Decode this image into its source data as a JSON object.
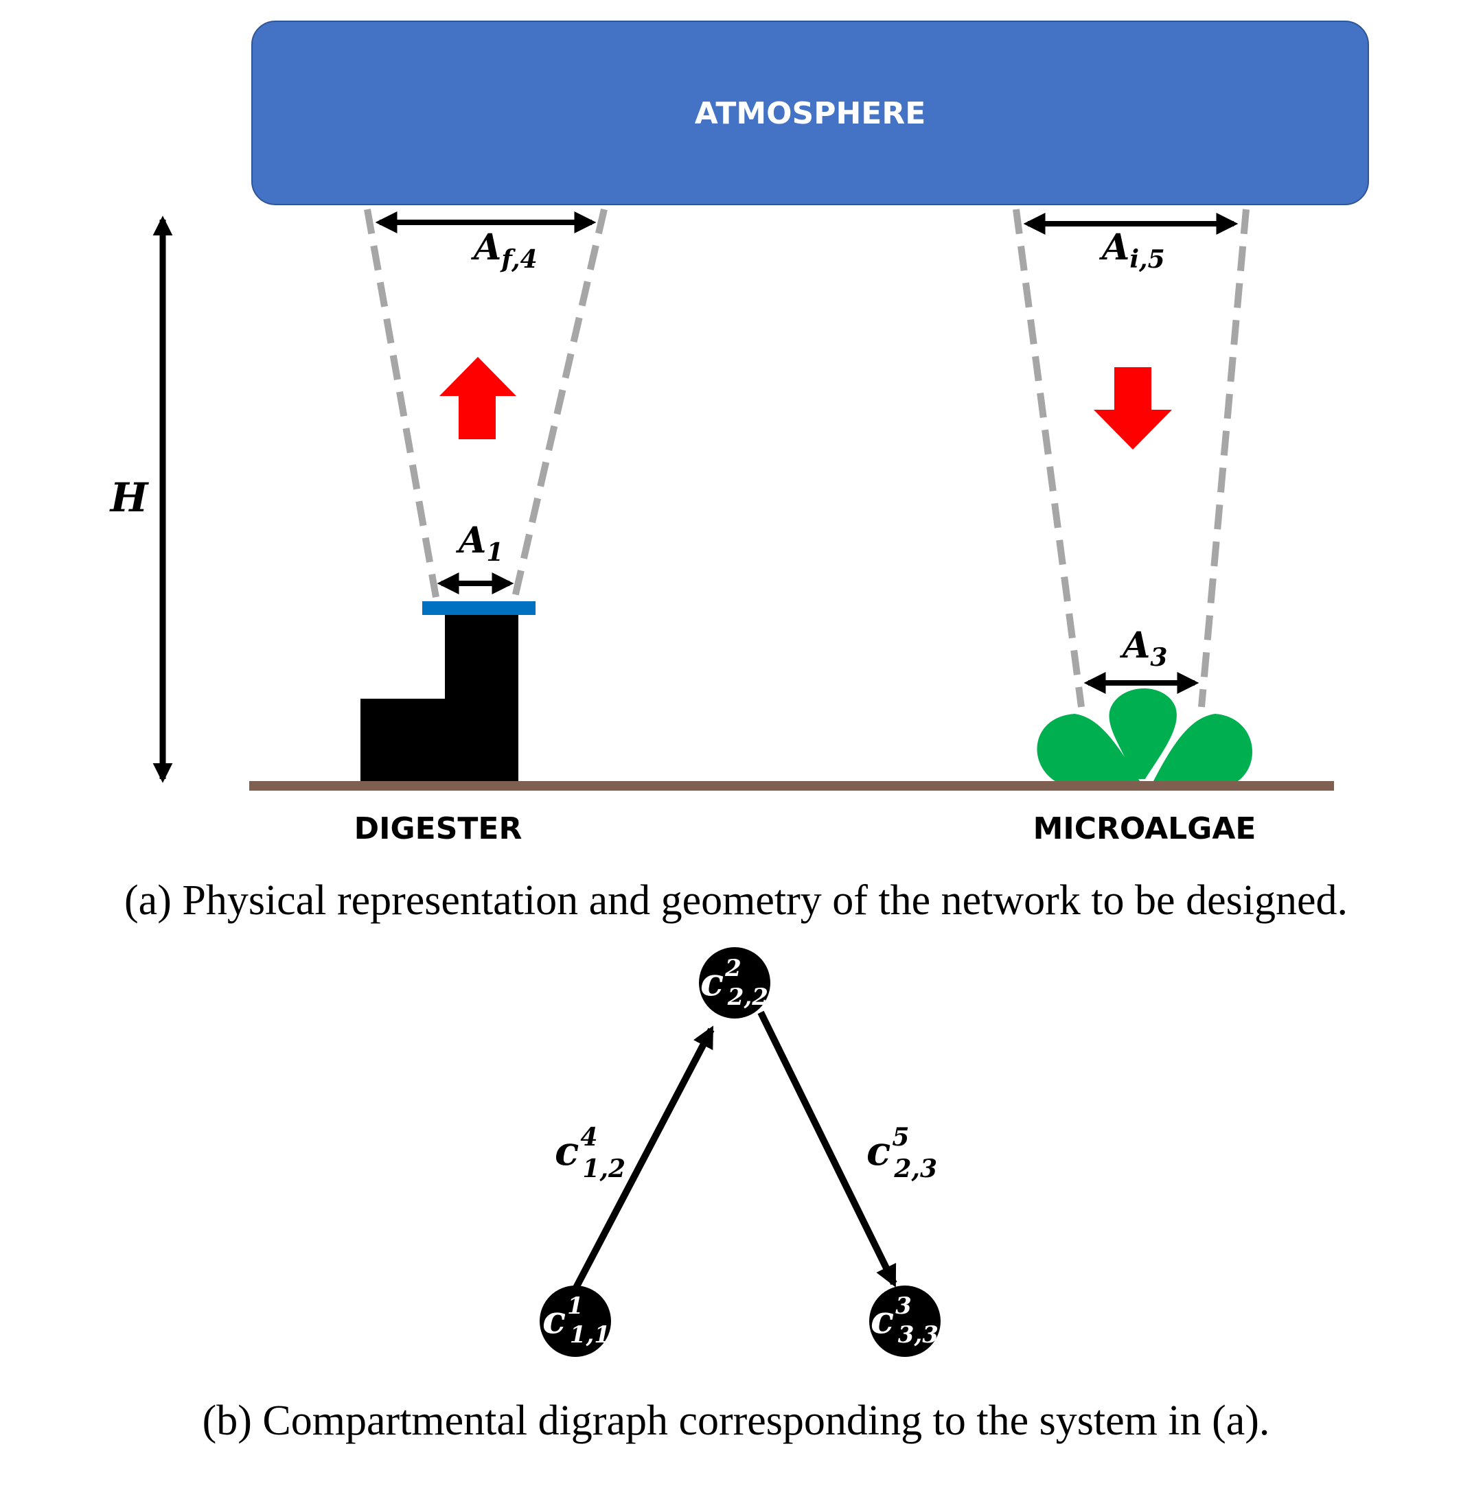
{
  "panel_a": {
    "atmosphere_label": "ATMOSPHERE",
    "digester_label": "DIGESTER",
    "microalgae_label": "MICROALGAE",
    "height_label": "H",
    "area_labels": {
      "af4": {
        "main": "A",
        "sub": "f,4"
      },
      "ai5": {
        "main": "A",
        "sub": "i,5"
      },
      "a1": {
        "main": "A",
        "sub": "1"
      },
      "a3": {
        "main": "A",
        "sub": "3"
      }
    },
    "caption": "(a) Physical representation and geometry of the network to be designed.",
    "colors": {
      "atmosphere": "#4472C4",
      "flux_arrow": "#FF0000",
      "ground": "#7F5F4F",
      "outlet": "#0070C0",
      "plant": "#00B050",
      "cone": "#A6A6A6"
    }
  },
  "panel_b": {
    "nodes": [
      {
        "id": "c11",
        "main": "c",
        "sup": "1",
        "sub": "1,1"
      },
      {
        "id": "c22",
        "main": "c",
        "sup": "2",
        "sub": "2,2"
      },
      {
        "id": "c33",
        "main": "c",
        "sup": "3",
        "sub": "3,3"
      }
    ],
    "edges": [
      {
        "from": "c11",
        "to": "c22",
        "label": {
          "main": "c",
          "sup": "4",
          "sub": "1,2"
        }
      },
      {
        "from": "c22",
        "to": "c33",
        "label": {
          "main": "c",
          "sup": "5",
          "sub": "2,3"
        }
      }
    ],
    "caption": "(b) Compartmental digraph corresponding to the system in (a)."
  }
}
